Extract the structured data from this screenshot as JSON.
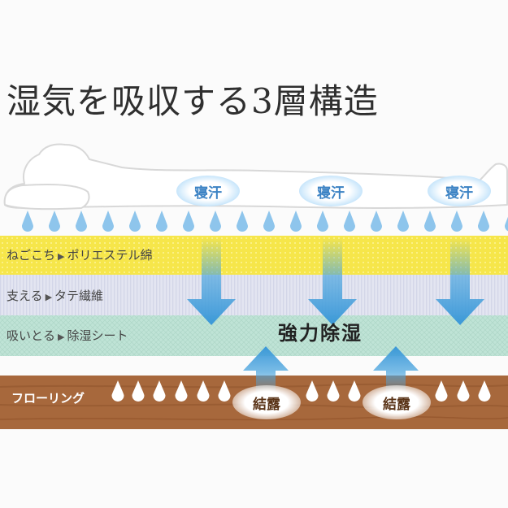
{
  "title": "湿気を吸収する3層構造",
  "layers": [
    {
      "name": "ねごこち",
      "desc": "ポリエステル綿",
      "color": "#f6e64a"
    },
    {
      "name": "支える",
      "desc": "タテ繊維",
      "color": "#e3e5f1"
    },
    {
      "name": "吸いとる",
      "desc": "除湿シート",
      "color": "#bfe3d6"
    }
  ],
  "arrow_marker": "▶",
  "floor": {
    "label": "フローリング",
    "color": "#a7683c"
  },
  "sweat_label": "寝汗",
  "condensation_label": "結露",
  "strong_label": "強力除湿",
  "colors": {
    "drop_blue": "#8ec5ec",
    "arrow_blue": "#4ea6df",
    "title": "#2f2f2f"
  },
  "icons": [
    "sleeping-person-outline",
    "water-drop-icon",
    "down-arrow-icon",
    "up-arrow-icon"
  ]
}
